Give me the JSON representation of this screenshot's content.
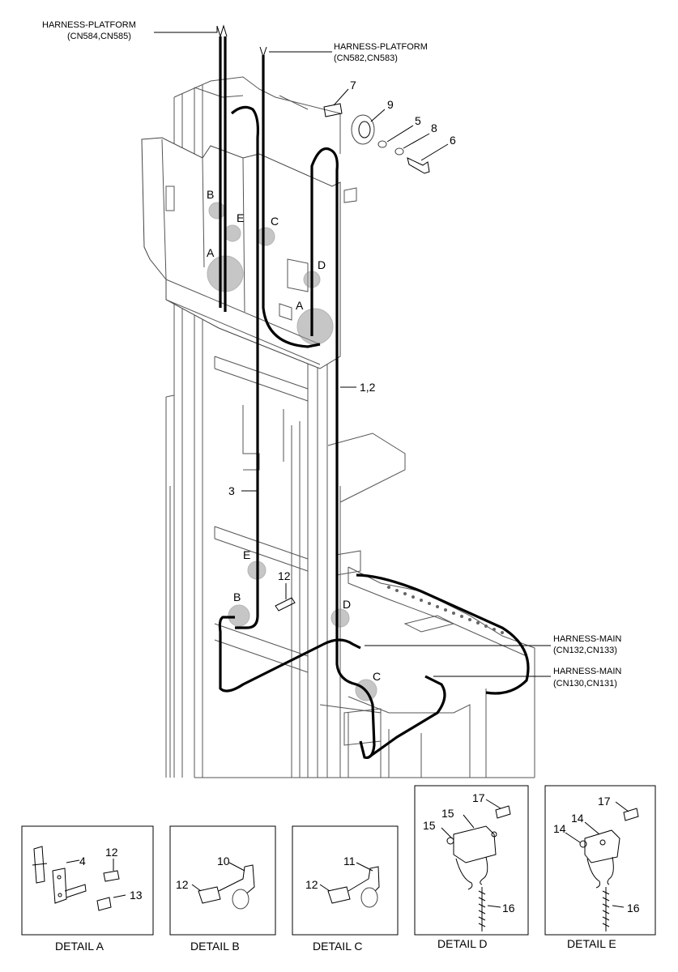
{
  "harness_labels": {
    "platform_1_name": "HARNESS-PLATFORM",
    "platform_1_conn": "(CN584,CN585)",
    "platform_2_name": "HARNESS-PLATFORM",
    "platform_2_conn": "(CN582,CN583)",
    "main_1_name": "HARNESS-MAIN",
    "main_1_conn": "(CN132,CN133)",
    "main_2_name": "HARNESS-MAIN",
    "main_2_conn": "(CN130,CN131)"
  },
  "callouts": {
    "n7": "7",
    "n9": "9",
    "n5": "5",
    "n8": "8",
    "n6": "6",
    "n12": "12",
    "n1_2": "1,2",
    "n3": "3"
  },
  "detail_points": {
    "A_top": "A",
    "B_top": "B",
    "C_top": "C",
    "D_top": "D",
    "E_top": "E",
    "A_mid": "A",
    "B_low": "B",
    "C_low": "C",
    "D_low": "D",
    "E_low": "E"
  },
  "details": {
    "a": {
      "caption": "DETAIL A",
      "n4": "4",
      "n12": "12",
      "n13": "13"
    },
    "b": {
      "caption": "DETAIL B",
      "n10": "10",
      "n12": "12"
    },
    "c": {
      "caption": "DETAIL C",
      "n11": "11",
      "n12": "12"
    },
    "d": {
      "caption": "DETAIL D",
      "n17": "17",
      "n15a": "15",
      "n15b": "15",
      "n16": "16"
    },
    "e": {
      "caption": "DETAIL E",
      "n17": "17",
      "n14a": "14",
      "n14b": "14",
      "n16": "16"
    }
  }
}
